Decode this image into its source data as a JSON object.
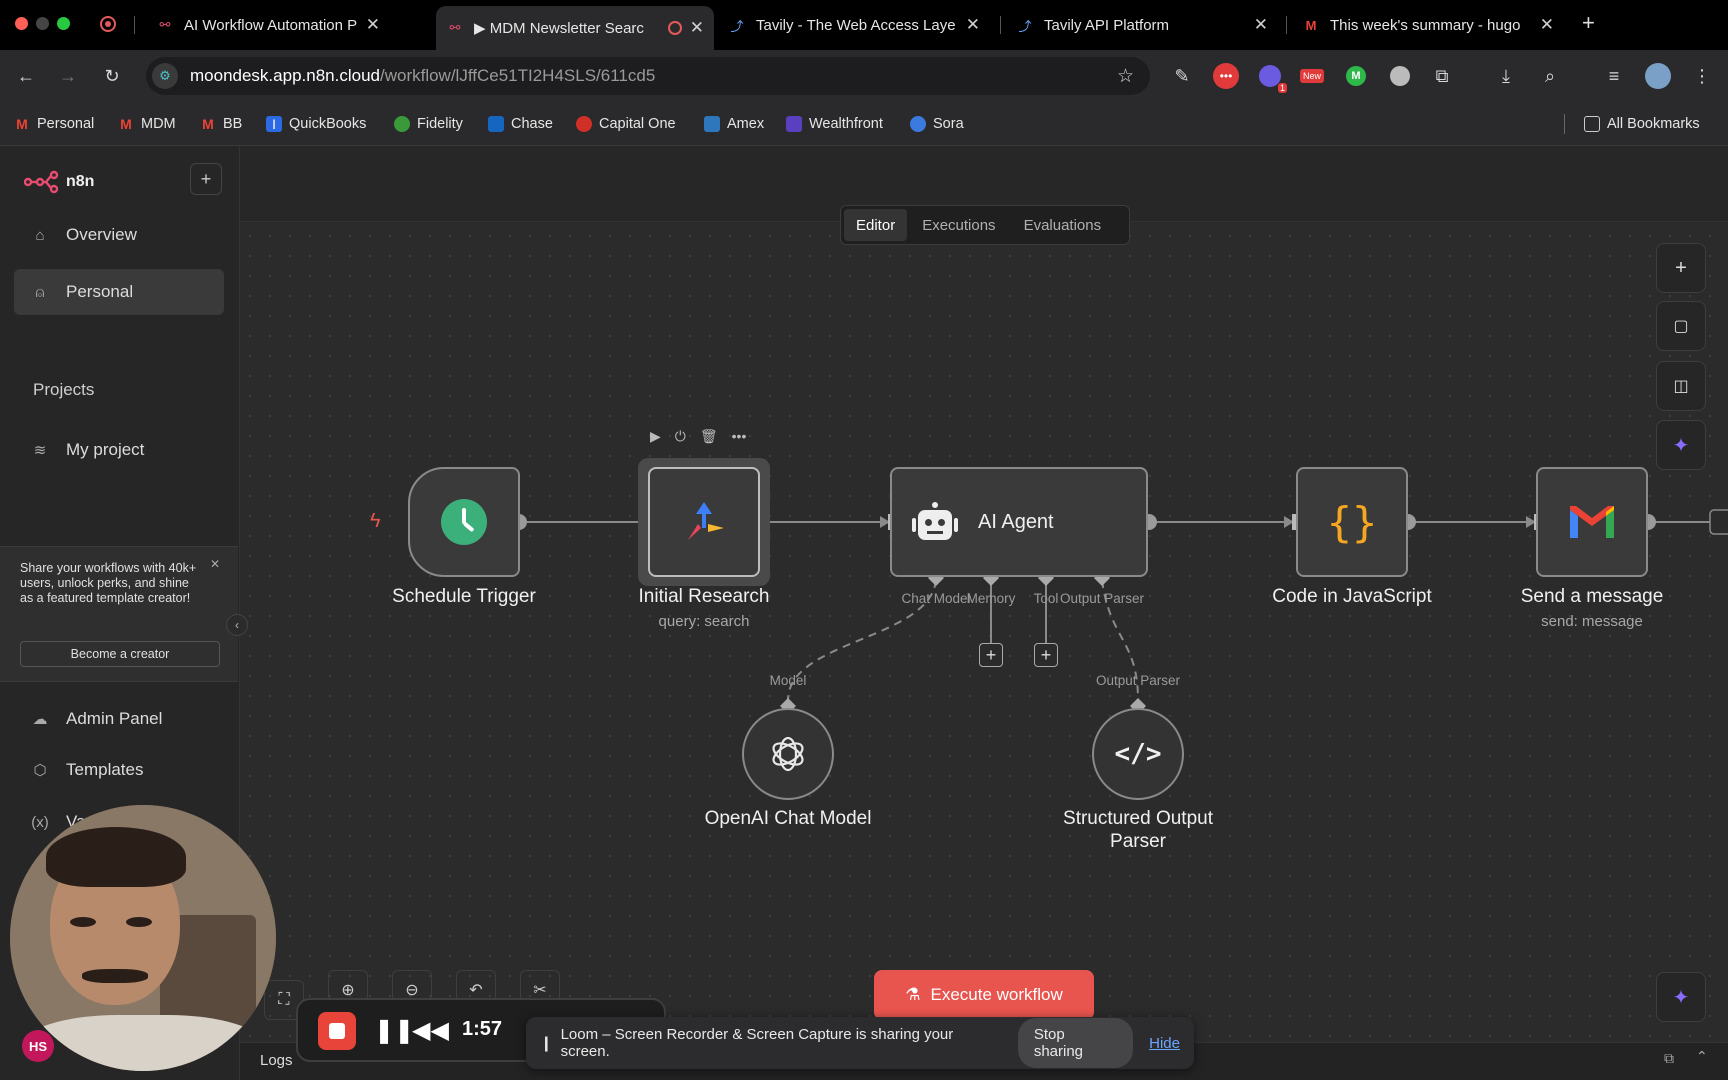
{
  "browser": {
    "tabs": [
      {
        "title": "AI Workflow Automation Platf",
        "active": false
      },
      {
        "title": "▶ MDM Newsletter Searc",
        "active": true
      },
      {
        "title": "Tavily - The Web Access Laye",
        "active": false
      },
      {
        "title": "Tavily API Platform",
        "active": false
      },
      {
        "title": "This week's summary - hugo",
        "active": false
      }
    ],
    "url_host": "moondesk.app.n8n.cloud",
    "url_path": "/workflow/lJffCe51TI2H4SLS/611cd5",
    "extension_badges": {
      "badge_1": "1",
      "badge_new": "New"
    },
    "bookmarks": [
      {
        "label": "Personal",
        "color": "#ea4335"
      },
      {
        "label": "MDM",
        "color": "#ea4335"
      },
      {
        "label": "BB",
        "color": "#ea4335"
      },
      {
        "label": "QuickBooks",
        "color": "#2c6ae5"
      },
      {
        "label": "Fidelity",
        "color": "#3a9a3a"
      },
      {
        "label": "Chase",
        "color": "#1566c0"
      },
      {
        "label": "Capital One",
        "color": "#d03027"
      },
      {
        "label": "Amex",
        "color": "#2e77bc"
      },
      {
        "label": "Wealthfront",
        "color": "#5a3fc0"
      },
      {
        "label": "Sora",
        "color": "#3b7be0"
      }
    ],
    "all_bookmarks": "All Bookmarks"
  },
  "sidebar": {
    "brand": "n8n",
    "items": [
      {
        "label": "Overview",
        "icon": "home-icon"
      },
      {
        "label": "Personal",
        "icon": "user-icon"
      }
    ],
    "projects_heading": "Projects",
    "projects": [
      {
        "label": "My project",
        "icon": "layers-icon"
      }
    ],
    "promo_text": "Share your workflows with 40k+ users, unlock perks, and shine as a featured template creator!",
    "promo_button": "Become a creator",
    "bottom_items": [
      {
        "label": "Admin Panel",
        "icon": "cloud-icon"
      },
      {
        "label": "Templates",
        "icon": "box-icon"
      },
      {
        "label": "Va",
        "icon": "variables-icon"
      }
    ],
    "avatar_initials": "HS"
  },
  "header": {
    "tabs": [
      {
        "label": "Editor",
        "active": true
      },
      {
        "label": "Executions",
        "active": false
      },
      {
        "label": "Evaluations",
        "active": false
      }
    ]
  },
  "workflow": {
    "nodes": [
      {
        "label": "Schedule Trigger",
        "sub": "",
        "icon": "clock-icon"
      },
      {
        "label": "Initial Research",
        "sub": "query: search",
        "icon": "tavily-icon"
      },
      {
        "label": "AI Agent",
        "sub": "",
        "icon": "robot-icon"
      },
      {
        "label": "Code in JavaScript",
        "sub": "",
        "icon": "code-braces-icon"
      },
      {
        "label": "Send a message",
        "sub": "send: message",
        "icon": "gmail-icon"
      },
      {
        "label": "OpenAI Chat Model",
        "sub": "",
        "icon": "openai-icon"
      },
      {
        "label": "Structured Output",
        "label2": "Parser",
        "sub": "",
        "icon": "code-slash-icon"
      }
    ],
    "agent_ports": [
      "Chat Model",
      "Memory",
      "Tool",
      "Output Parser"
    ],
    "sub_ports": {
      "model": "Model",
      "parser": "Output Parser"
    }
  },
  "execute_button": "Execute workflow",
  "logs_label": "Logs",
  "recorder": {
    "time": "1:57"
  },
  "loom": {
    "message": "Loom – Screen Recorder & Screen Capture is sharing your screen.",
    "stop": "Stop sharing",
    "hide": "Hide"
  },
  "colors": {
    "accent": "#e8554e",
    "trigger_green": "#3bb07a",
    "code_orange": "#f5a623"
  }
}
